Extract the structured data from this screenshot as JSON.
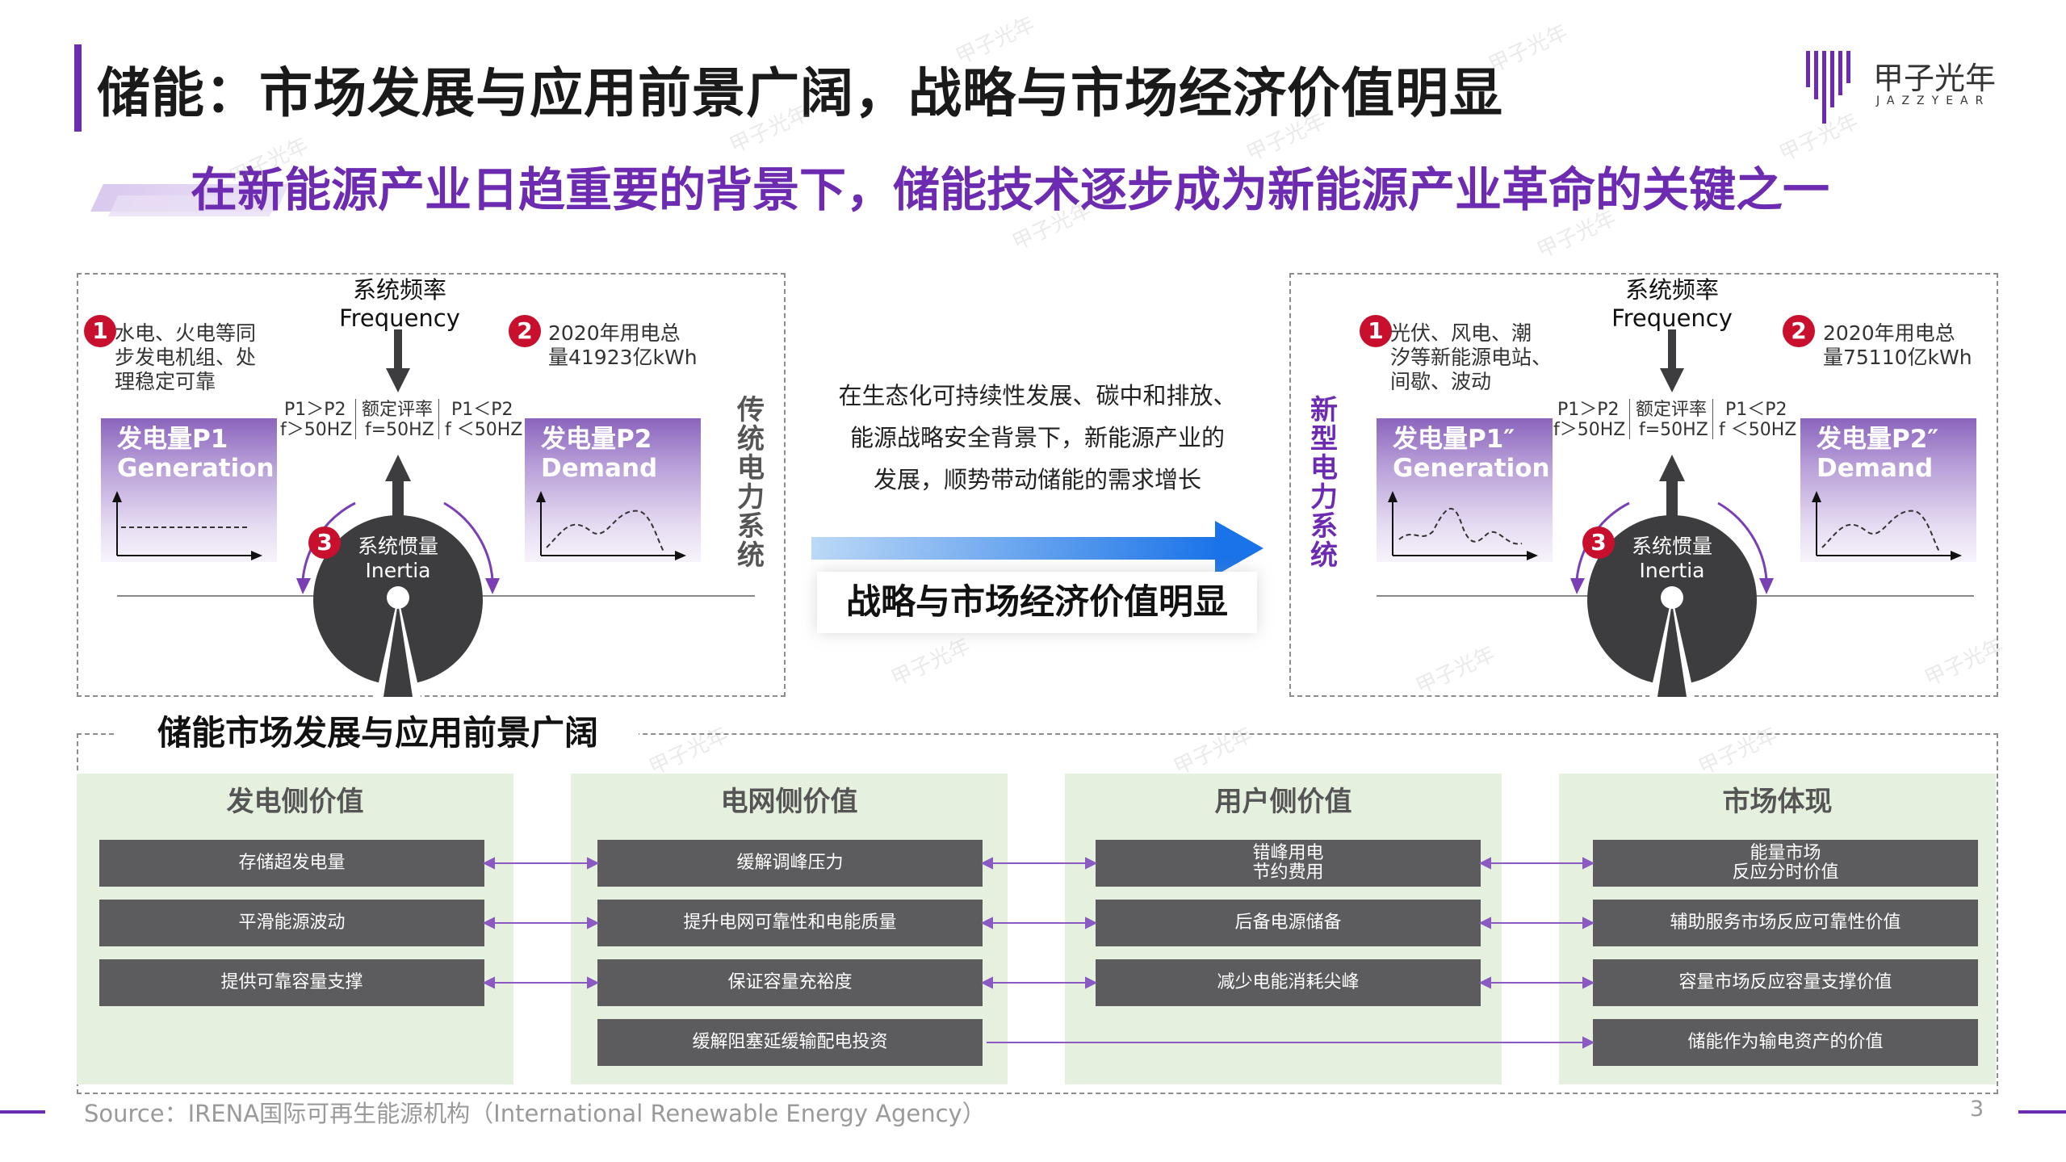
{
  "page": {
    "title": "储能：市场发展与应用前景广阔，战略与市场经济价值明显",
    "subtitle": "在新能源产业日趋重要的背景下，储能技术逐步成为新能源产业革命的关键之一",
    "source": "Source：IRENA国际可再生能源机构（International Renewable Energy Agency）",
    "page_number": "3"
  },
  "logo": {
    "cn": "甲子光年",
    "en": "JAZZYEAR"
  },
  "watermark": "甲子光年",
  "traditional": {
    "vertical_label": "传统电力系统",
    "freq_title": "系统频率",
    "freq_en": "Frequency",
    "n1": "1",
    "n1_lines": [
      "水电、火电等同",
      "步发电机组、处",
      "理稳定可靠"
    ],
    "n2": "2",
    "n2_lines": [
      "2020年用电总",
      "量41923亿kWh"
    ],
    "n3": "3",
    "cond": [
      [
        "P1＞P2",
        "f＞50HZ"
      ],
      [
        "额定评率",
        "f=50HZ"
      ],
      [
        "P1＜P2",
        "f ＜50HZ"
      ]
    ],
    "gen": [
      "发电量P1",
      "Generation"
    ],
    "dem": [
      "发电量P2",
      "Demand"
    ],
    "inertia": [
      "系统惯量",
      "Inertia"
    ]
  },
  "new_system": {
    "vertical_label": "新型电力系统",
    "freq_title": "系统频率",
    "freq_en": "Frequency",
    "n1": "1",
    "n1_lines": [
      "光伏、风电、潮",
      "汐等新能源电站、",
      "间歇、波动"
    ],
    "n2": "2",
    "n2_lines": [
      "2020年用电总",
      "量75110亿kWh"
    ],
    "n3": "3",
    "cond": [
      [
        "P1＞P2",
        "f＞50HZ"
      ],
      [
        "额定评率",
        "f=50HZ"
      ],
      [
        "P1＜P2",
        "f ＜50HZ"
      ]
    ],
    "gen": [
      "发电量P1″",
      "Generation"
    ],
    "dem": [
      "发电量P2″",
      "Demand"
    ],
    "inertia": [
      "系统惯量",
      "Inertia"
    ]
  },
  "middle": {
    "lines": [
      "在生态化可持续性发展、碳中和排放、",
      "能源战略安全背景下，新能源产业的",
      "发展，顺势带动储能的需求增长"
    ],
    "label": "战略与市场经济价值明显"
  },
  "market": {
    "title": "储能市场发展与应用前景广阔",
    "columns": [
      {
        "head": "发电侧价值",
        "items": [
          "存储超发电量",
          "平滑能源波动",
          "提供可靠容量支撑"
        ]
      },
      {
        "head": "电网侧价值",
        "items": [
          "缓解调峰压力",
          "提升电网可靠性和电能质量",
          "保证容量充裕度",
          "缓解阻塞延缓输配电投资"
        ]
      },
      {
        "head": "用户侧价值",
        "items": [
          "错峰用电\n节约费用",
          "后备电源储备",
          "减少电能消耗尖峰"
        ]
      },
      {
        "head": "市场体现",
        "items": [
          "能量市场\n反应分时价值",
          "辅助服务市场反应可靠性价值",
          "容量市场反应容量支撑价值",
          "储能作为输电资产的价值"
        ]
      }
    ]
  },
  "colors": {
    "accent": "#6c2bb0",
    "badge": "#c8102e",
    "panel_green": "#e5f0de",
    "cell": "#5c5c5e"
  }
}
